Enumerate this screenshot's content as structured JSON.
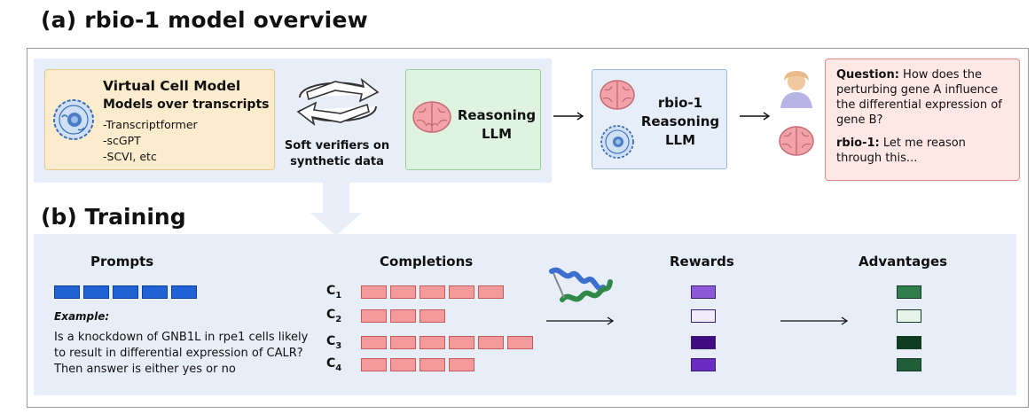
{
  "section_a": {
    "title": "(a) rbio-1 model overview",
    "virtual_cell_model": {
      "title": "Virtual Cell Model",
      "subtitle": "Models over transcripts",
      "items": [
        "-Transcriptformer",
        "-scGPT",
        "-SCVI, etc"
      ],
      "icon": "cell-icon"
    },
    "soft_verifiers": {
      "line1": "Soft verifiers on",
      "line2": "synthetic data"
    },
    "reasoning_llm": {
      "line1": "Reasoning",
      "line2": "LLM",
      "icon": "brain-icon"
    },
    "rbio_llm": {
      "line1": "rbio-1",
      "line2": "Reasoning",
      "line3": "LLM"
    },
    "chat": {
      "question_label": "Question:",
      "question_text": " How does the perturbing gene A influence the differential expression of gene B?",
      "answer_label": "rbio-1:",
      "answer_text": " Let me reason through this..."
    }
  },
  "section_b": {
    "title": "(b) Training",
    "prompts_header": "Prompts",
    "completions_header": "Completions",
    "rewards_header": "Rewards",
    "advantages_header": "Advantages",
    "example_label": "Example:",
    "prompt_text": "Is a knockdown of GNB1L in rpe1 cells likely to result in differential expression of CALR? Then answer is either yes or no",
    "prompt_blocks": 5,
    "completions": [
      {
        "label": "C",
        "sub": "1",
        "blocks": 5
      },
      {
        "label": "C",
        "sub": "2",
        "blocks": 3
      },
      {
        "label": "C",
        "sub": "3",
        "blocks": 6
      },
      {
        "label": "C",
        "sub": "4",
        "blocks": 4
      }
    ],
    "reward_colors": [
      "#8e59d8",
      "#f1ecfb",
      "#3f0a82",
      "#6b2cc1"
    ],
    "advantage_colors": [
      "#2e7d4a",
      "#e6f5e8",
      "#0e3d22",
      "#1f5e38"
    ],
    "colors": {
      "prompt_block": "#2061d6",
      "completion_block": "#f49a9a"
    }
  }
}
